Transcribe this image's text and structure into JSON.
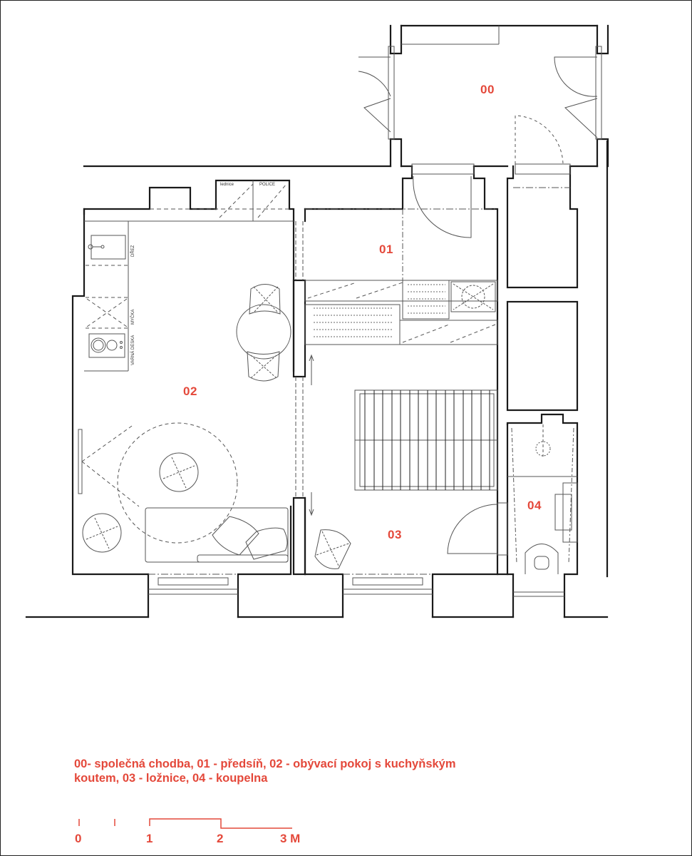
{
  "rooms": [
    {
      "id": "00",
      "label": "00",
      "name": "společná chodba"
    },
    {
      "id": "01",
      "label": "01",
      "name": "předsíň"
    },
    {
      "id": "02",
      "label": "02",
      "name": "obývací pokoj s kuchyňským koutem"
    },
    {
      "id": "03",
      "label": "03",
      "name": "ložnice"
    },
    {
      "id": "04",
      "label": "04",
      "name": "koupelna"
    }
  ],
  "fixtures": {
    "fridge": "lednice",
    "shelf": "POLICE",
    "sink": "DŘEZ",
    "dishwasher": "MYČKA",
    "hob": "VARNÁ DESKA"
  },
  "legend": {
    "line1": "00- společná chodba, 01 - předsíň, 02 - obývací pokoj s kuchyňským",
    "line2": "koutem,  03 - ložnice,  04 - koupelna"
  },
  "scale": {
    "ticks": [
      "0",
      "1",
      "2",
      "3 M"
    ]
  },
  "colors": {
    "accent": "#e4483a",
    "line": "#1a1a1a",
    "thin": "#555555"
  }
}
